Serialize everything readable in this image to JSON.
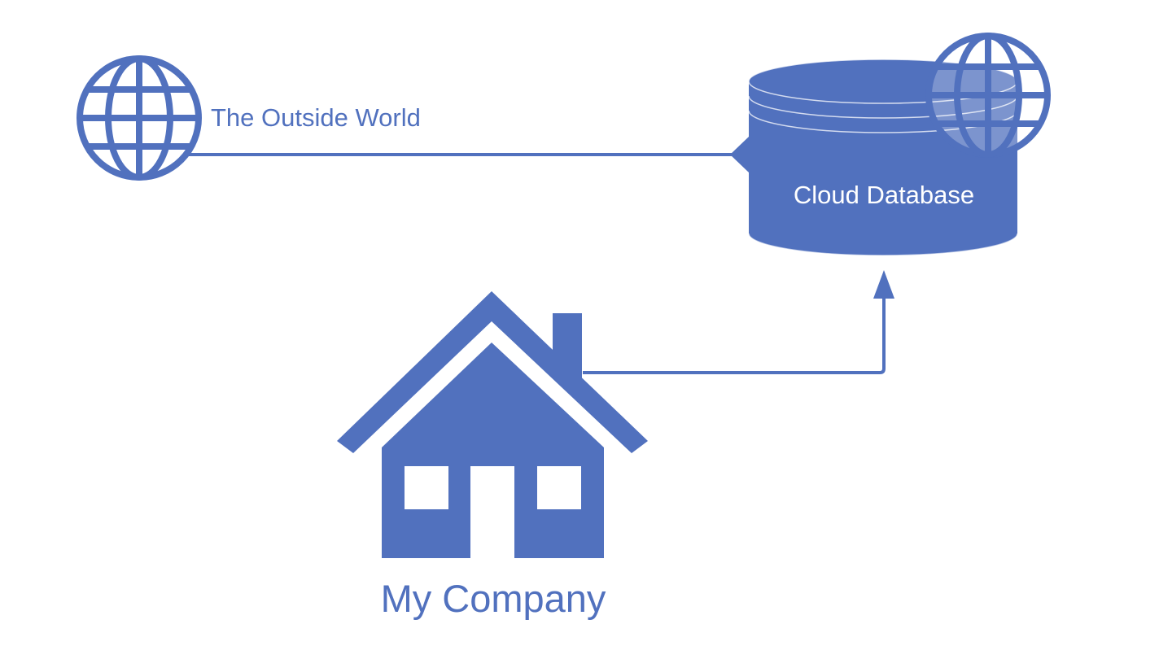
{
  "colors": {
    "primary": "#5171be",
    "background": "#ffffff",
    "on_primary": "#ffffff"
  },
  "nodes": {
    "outside_world": {
      "label": "The Outside World",
      "icon": "globe-icon"
    },
    "cloud_database": {
      "label": "Cloud Database",
      "icon": "database-icon",
      "badge_icon": "globe-icon"
    },
    "my_company": {
      "label": "My Company",
      "icon": "house-icon"
    }
  },
  "edges": [
    {
      "from": "outside_world",
      "to": "cloud_database"
    },
    {
      "from": "my_company",
      "to": "cloud_database"
    }
  ]
}
